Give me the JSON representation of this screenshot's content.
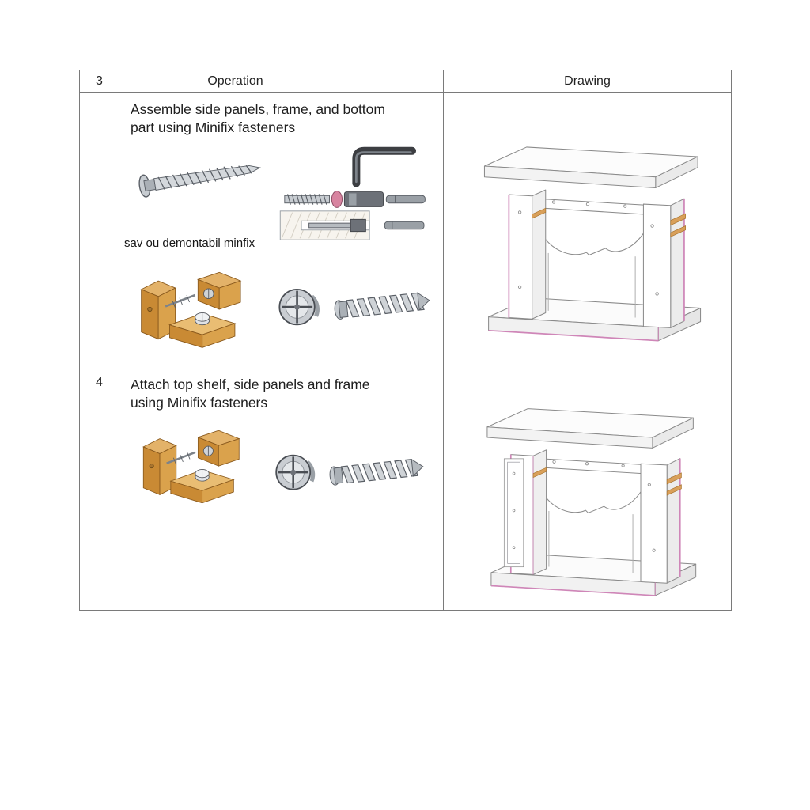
{
  "document": {
    "header": {
      "step": "3",
      "operation": "Operation",
      "drawing": "Drawing"
    },
    "rows": [
      {
        "step": "",
        "operation_lines": [
          "Assemble side panels, frame, and bottom",
          "part using Minifix fasteners"
        ],
        "caption": "sav ou demontabil minfix",
        "images": [
          "confirmat-screw",
          "allen-key",
          "minifix-bolt",
          "minifix-housing-diagram",
          "wood-joint-blocks",
          "cam-lock",
          "euro-screw",
          "mantel-assembly-drawing"
        ]
      },
      {
        "step": "4",
        "operation_lines": [
          "Attach top shelf, side panels and frame",
          "using Minifix fasteners"
        ],
        "caption": "",
        "images": [
          "wood-joint-blocks",
          "cam-lock",
          "euro-screw",
          "mantel-assembly-drawing",
          "detached-side-frame"
        ]
      }
    ],
    "colors": {
      "border": "#7a7a7a",
      "text": "#1b1b1b",
      "wood": "#c98a34",
      "metal": "#b6bbc0",
      "pink_accent": "#cf86b8",
      "tan_accent": "#d9a05a"
    }
  }
}
